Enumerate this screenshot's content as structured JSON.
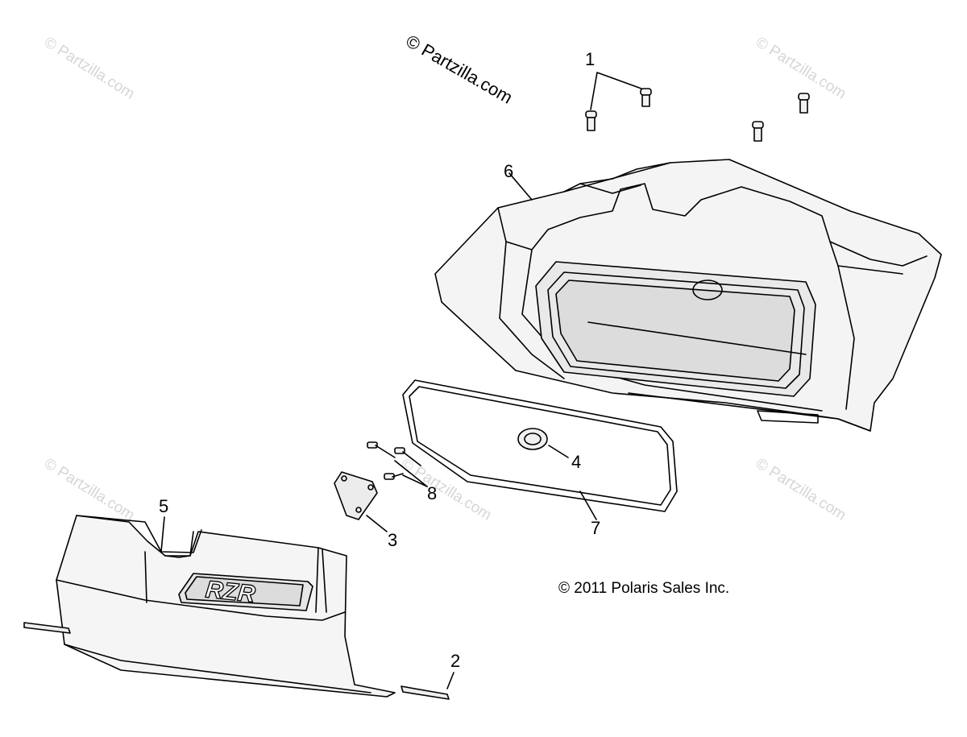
{
  "watermarks": [
    "© Partzilla.com",
    "© Partzilla.com",
    "© Partzilla.com",
    "© Partzilla.com",
    "© Partzilla.com"
  ],
  "site_credit": "© Partzilla.com",
  "callouts": [
    "1",
    "2",
    "3",
    "4",
    "5",
    "6",
    "7",
    "8"
  ],
  "copyright": "© 2011 Polaris Sales Inc.",
  "logo_text": "RZR",
  "colors": {
    "line": "#000000",
    "face": "#f2f2f2",
    "shade": "#e4e4e4",
    "watermark": "#d6d6d6"
  }
}
